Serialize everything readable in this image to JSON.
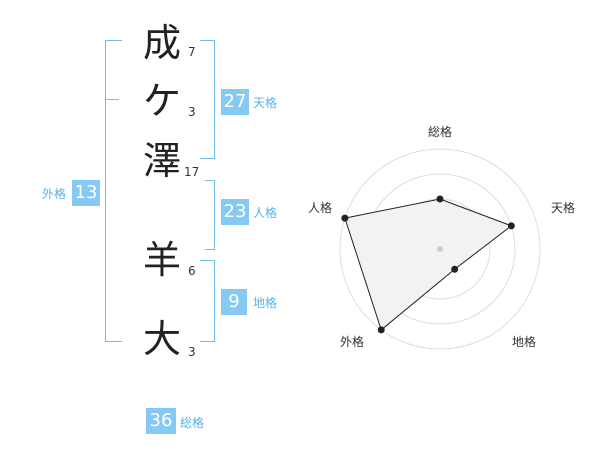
{
  "name": {
    "chars": [
      {
        "char": "成",
        "strokes": "7"
      },
      {
        "char": "ケ",
        "strokes": "3"
      },
      {
        "char": "澤",
        "strokes": "17"
      },
      {
        "char": "羊",
        "strokes": "6"
      },
      {
        "char": "大",
        "strokes": "3"
      }
    ]
  },
  "fortunes": {
    "tenkaku": {
      "value": "27",
      "label": "天格"
    },
    "jinkaku": {
      "value": "23",
      "label": "人格"
    },
    "chikaku": {
      "value": "9",
      "label": "地格"
    },
    "gaikaku": {
      "value": "13",
      "label": "外格"
    },
    "soukaku": {
      "value": "36",
      "label": "総格"
    }
  },
  "chart_data": {
    "type": "radar",
    "axes": [
      "総格",
      "天格",
      "地格",
      "外格",
      "人格"
    ],
    "values": [
      0.5,
      0.75,
      0.25,
      1.0,
      1.0
    ],
    "range": [
      0,
      1
    ],
    "rings": 4
  },
  "colors": {
    "accent": "#86c9f2",
    "label": "#5ab2e8",
    "bracket": "#6fbdea",
    "radar_fill": "#f2f2f2",
    "radar_ring": "#dddddd"
  }
}
